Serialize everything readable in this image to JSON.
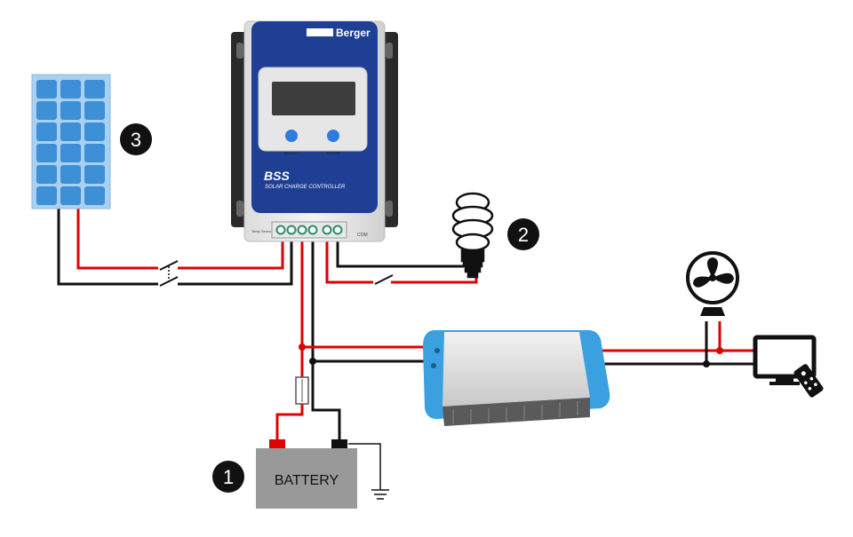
{
  "controller": {
    "brand": "Berger",
    "model": "BSS",
    "subtitle": "SOLAR CHARGE CONTROLLER",
    "btn_select": "SELECT",
    "btn_enter": "ENTER",
    "temp_sensor": "Temp Sensor",
    "com": "COM"
  },
  "battery": {
    "label": "BATTERY"
  },
  "callouts": {
    "battery": "1",
    "load": "2",
    "panel": "3"
  },
  "colors": {
    "positive_wire": "#e00000",
    "negative_wire": "#111111",
    "controller_blue": "#1f3f95",
    "panel_blue": "#3d8fd6",
    "inverter_blue": "#3aa0e0",
    "battery_grey": "#999999"
  }
}
